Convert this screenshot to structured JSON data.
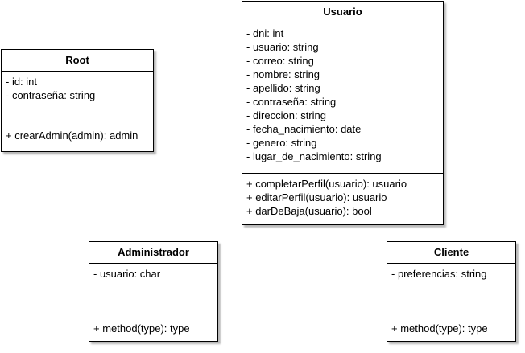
{
  "classes": {
    "root": {
      "name": "Root",
      "attributes": [
        "- id: int",
        "- contraseña: string"
      ],
      "methods": [
        "+ crearAdmin(admin): admin"
      ]
    },
    "usuario": {
      "name": "Usuario",
      "attributes": [
        "- dni: int",
        "- usuario: string",
        "- correo: string",
        "- nombre: string",
        "- apellido: string",
        "- contraseña: string",
        "- direccion: string",
        "- fecha_nacimiento: date",
        "- genero: string",
        "- lugar_de_nacimiento: string"
      ],
      "methods": [
        "+ completarPerfil(usuario): usuario",
        "+ editarPerfil(usuario): usuario",
        "+ darDeBaja(usuario): bool"
      ]
    },
    "administrador": {
      "name": "Administrador",
      "attributes": [
        "- usuario: char"
      ],
      "methods": [
        "+ method(type): type"
      ]
    },
    "cliente": {
      "name": "Cliente",
      "attributes": [
        "- preferencias: string"
      ],
      "methods": [
        "+ method(type): type"
      ]
    }
  }
}
